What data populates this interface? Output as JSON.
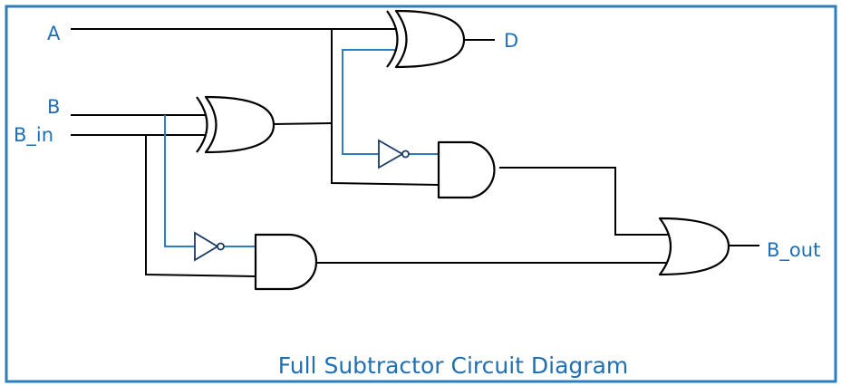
{
  "title": "Full Subtractor Circuit Diagram",
  "labels": {
    "input_a": "A",
    "input_b": "B",
    "input_bin": "B_in",
    "output_d": "D",
    "output_bout": "B_out"
  },
  "colors": {
    "frame": "#2a7fc1",
    "label_text": "#1f6fb5",
    "wire_primary": "#000000",
    "wire_secondary": "#2a7fc1"
  }
}
